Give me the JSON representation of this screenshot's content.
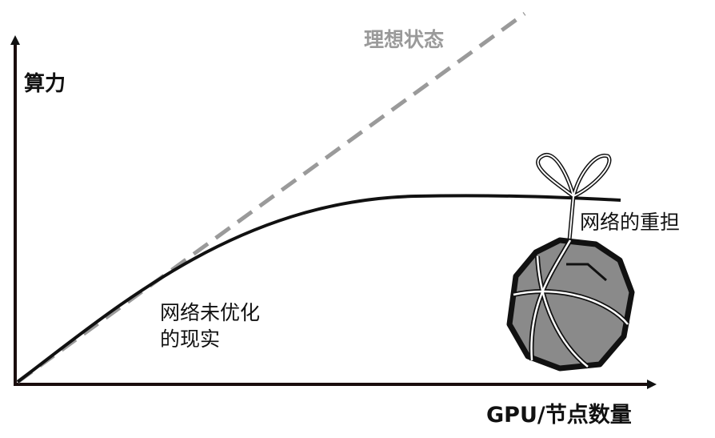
{
  "axes": {
    "y_label": "算力",
    "x_label": "GPU/节点数量"
  },
  "series": {
    "ideal": {
      "label": "理想状态",
      "style": "dashed",
      "color": "#9a9a9a"
    },
    "reality": {
      "label_line1": "网络未优化",
      "label_line2": "的现实",
      "color": "#111111"
    }
  },
  "annotation": {
    "burden_label": "网络的重担",
    "rock_color": "#8a8a8a"
  }
}
